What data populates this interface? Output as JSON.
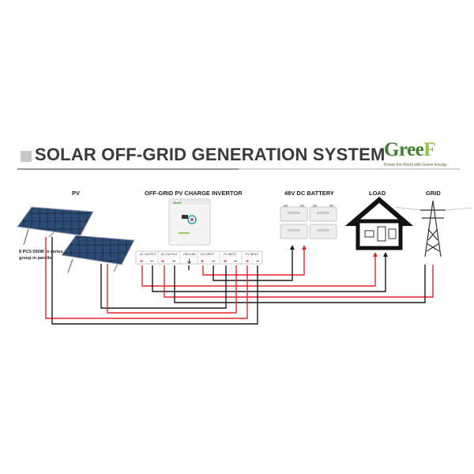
{
  "title": "SOLAR OFF-GRID GENERATION SYSTEM",
  "logo": {
    "main": "Gree",
    "accent": "F",
    "tagline": "Power the World with Green Energy"
  },
  "labels": {
    "pv": "PV",
    "inverter": "OFF-GRID PV CHARGE INVERTOR",
    "battery": "48V DC BATTERY",
    "load": "LOAD",
    "grid": "GRID"
  },
  "pv_note": "8 PCS 550W in series 2 group in parallel",
  "inverter_brand": "Greef",
  "terminals": [
    "AC OUTPUT",
    "AC OUTPUT",
    "GROUND",
    "DC INPUT",
    "PV INPUT",
    "PV INPUT"
  ],
  "terminal_signs": [
    "+",
    "−",
    "+",
    "−",
    "⏚",
    "+",
    "−",
    "+",
    "−",
    "+",
    "−"
  ],
  "colors": {
    "positive": "#e0262b",
    "negative": "#1a1a1a",
    "title": "#3a3a3a",
    "brand": "#3f7f2f"
  },
  "icons": [
    "solar-panel-icon",
    "inverter-icon",
    "battery-icon",
    "house-icon",
    "power-tower-icon"
  ]
}
